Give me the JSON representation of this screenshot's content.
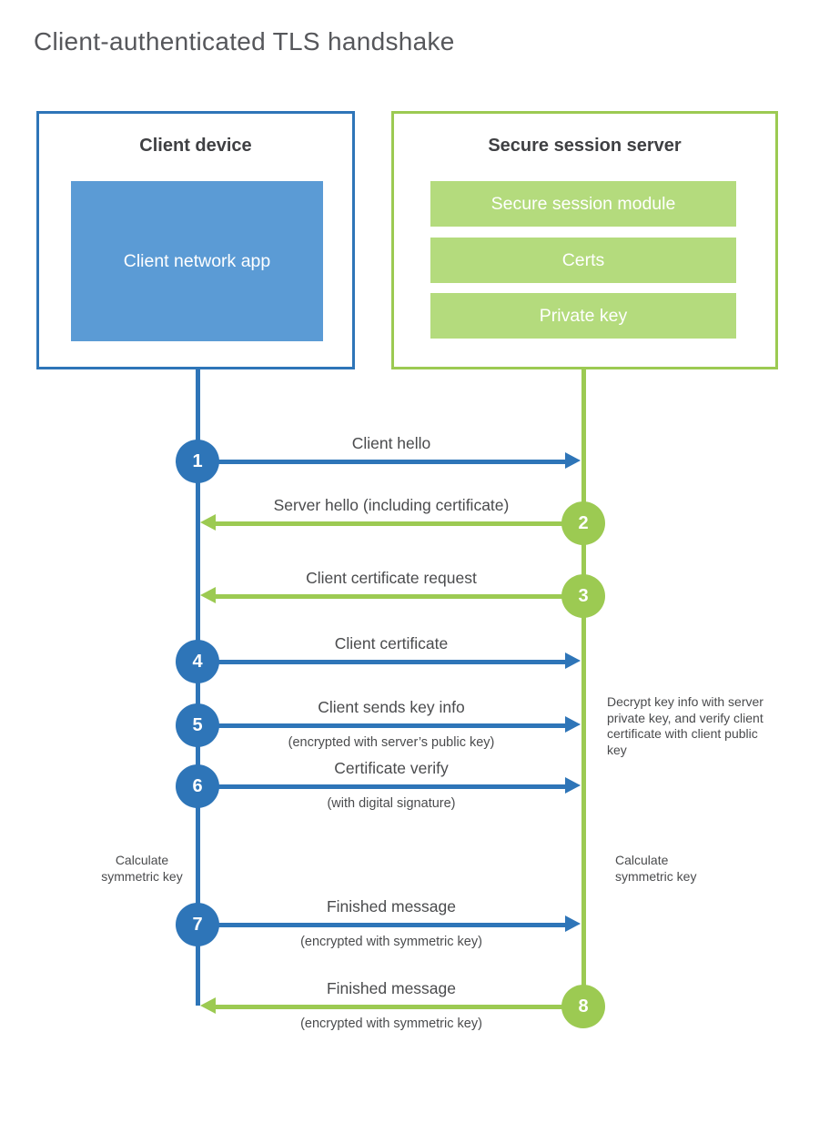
{
  "title": "Client-authenticated TLS handshake",
  "client": {
    "title": "Client device",
    "app": "Client network app"
  },
  "server": {
    "title": "Secure session server",
    "modules": [
      "Secure session module",
      "Certs",
      "Private key"
    ]
  },
  "messages": [
    {
      "step": "1",
      "direction": "to-server",
      "label": "Client hello"
    },
    {
      "step": "2",
      "direction": "to-client",
      "label": "Server hello (including certificate)"
    },
    {
      "step": "3",
      "direction": "to-client",
      "label": "Client certificate request"
    },
    {
      "step": "4",
      "direction": "to-server",
      "label": "Client certificate"
    },
    {
      "step": "5",
      "direction": "to-server",
      "label": "Client sends key info",
      "sublabel": "(encrypted with server’s public key)"
    },
    {
      "step": "6",
      "direction": "to-server",
      "label": "Certificate verify",
      "sublabel": "(with digital signature)"
    },
    {
      "step": "7",
      "direction": "to-server",
      "label": "Finished message",
      "sublabel": "(encrypted with symmetric key)"
    },
    {
      "step": "8",
      "direction": "to-client",
      "label": "Finished message",
      "sublabel": "(encrypted with symmetric key)"
    }
  ],
  "annotations": {
    "decrypt_note": "Decrypt key info with server private key, and verify client certificate with client public key",
    "calculate_left": "Calculate symmetric key",
    "calculate_right": "Calculate symmetric key"
  },
  "colors": {
    "blue": "#2E75B8",
    "blue_fill": "#5B9BD5",
    "green": "#9CCA52",
    "green_fill": "#B4DB7D"
  }
}
